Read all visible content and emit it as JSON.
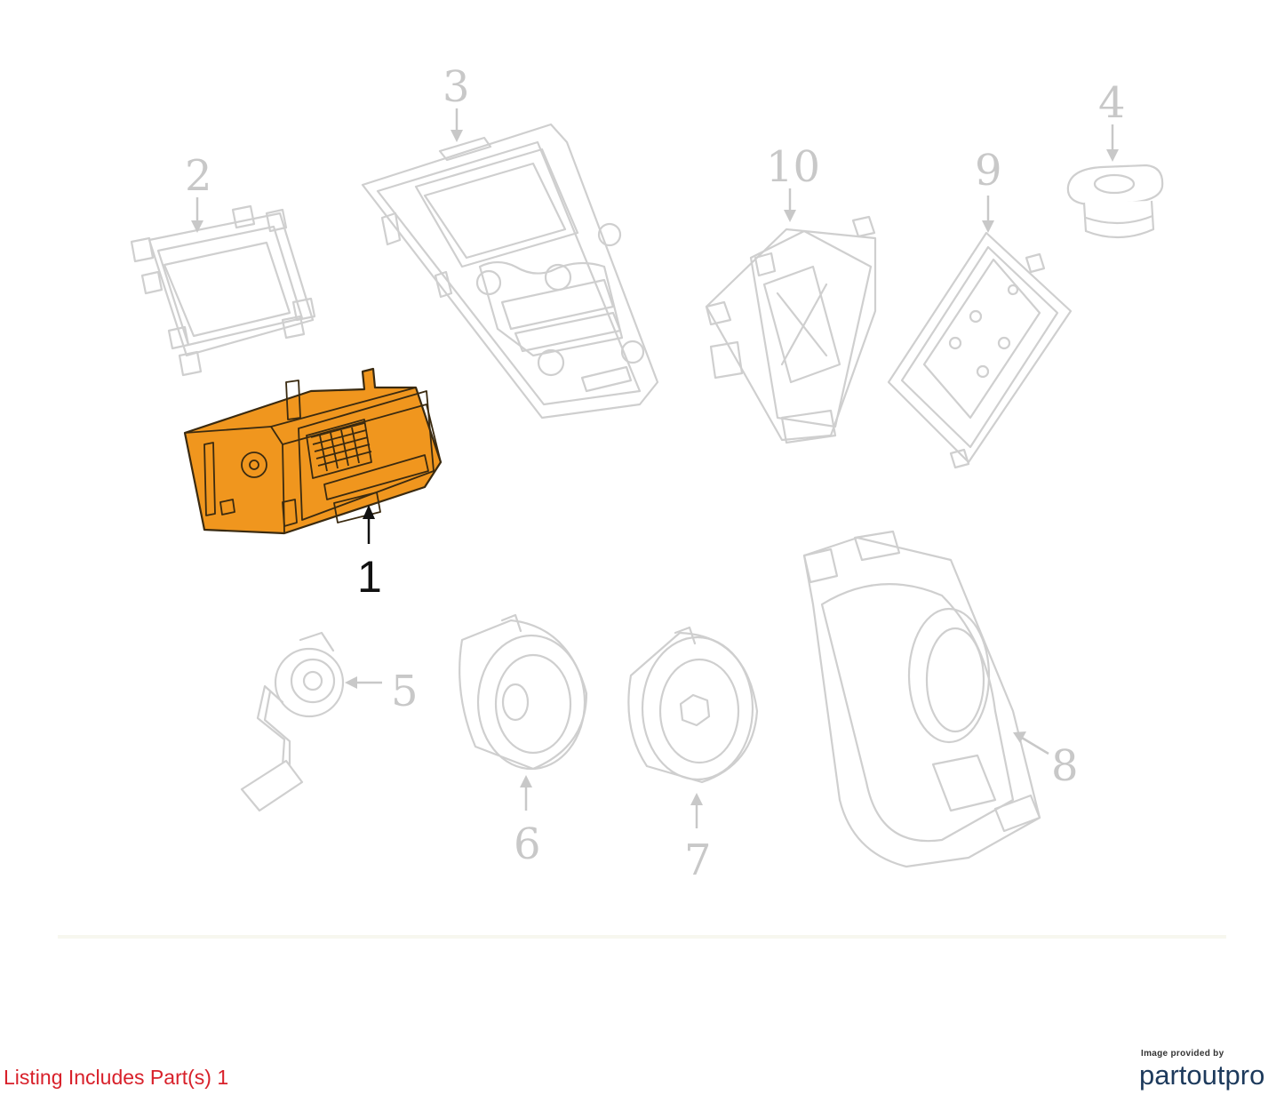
{
  "diagram": {
    "highlighted_part": "1",
    "callouts": [
      {
        "id": "callout-1",
        "label": "1",
        "highlighted": true
      },
      {
        "id": "callout-2",
        "label": "2",
        "highlighted": false
      },
      {
        "id": "callout-3",
        "label": "3",
        "highlighted": false
      },
      {
        "id": "callout-4",
        "label": "4",
        "highlighted": false
      },
      {
        "id": "callout-5",
        "label": "5",
        "highlighted": false
      },
      {
        "id": "callout-6",
        "label": "6",
        "highlighted": false
      },
      {
        "id": "callout-7",
        "label": "7",
        "highlighted": false
      },
      {
        "id": "callout-8",
        "label": "8",
        "highlighted": false
      },
      {
        "id": "callout-9",
        "label": "9",
        "highlighted": false
      },
      {
        "id": "callout-10",
        "label": "10",
        "highlighted": false
      }
    ],
    "colors": {
      "highlight_fill": "#f0961e",
      "faded_line": "#cfcfcf",
      "caption_red": "#d8202a",
      "brand_navy": "#1d3a5c"
    }
  },
  "footer": {
    "listing_text": "Listing Includes Part(s) 1",
    "credit_text": "Image provided by",
    "brand_text": "partoutpro"
  }
}
